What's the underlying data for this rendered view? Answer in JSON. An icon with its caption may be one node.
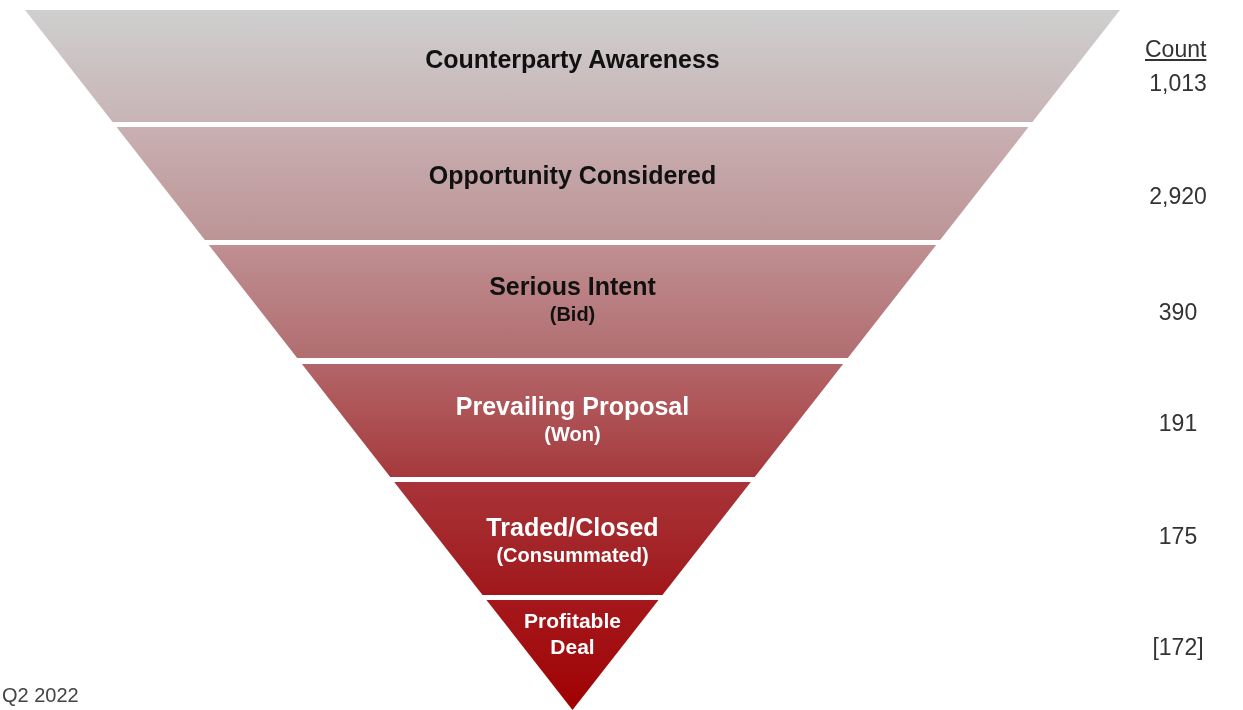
{
  "diagram": {
    "nodes": [
      {
        "text": [
          "Counterparty Awareness"
        ]
      },
      {
        "text": [
          "Opportunity Considered"
        ]
      },
      {
        "text": [
          "Serious Intent",
          "(Bid)"
        ]
      },
      {
        "text": [
          "Prevailing Proposal",
          "(Won)"
        ]
      },
      {
        "text": [
          "Traded/Closed",
          "(Consummated)"
        ]
      },
      {
        "text": [
          "Profitable Deal"
        ]
      }
    ],
    "labels": [
      "Count",
      "1,013",
      "2,920",
      "390",
      "191",
      "175",
      "[172]",
      "Q2 2022"
    ]
  }
}
